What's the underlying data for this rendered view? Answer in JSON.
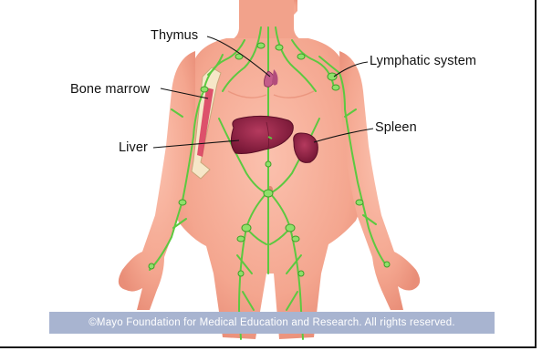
{
  "labels": {
    "thymus": "Thymus",
    "lymphatic_system": "Lymphatic system",
    "bone_marrow": "Bone marrow",
    "spleen": "Spleen",
    "liver": "Liver"
  },
  "copyright": "©Mayo Foundation for Medical Education and Research.  All rights reserved.",
  "colors": {
    "skin": "#f5a993",
    "lymph": "#5cc940",
    "organ": "#8a1d3f",
    "banner": "#a8b4d0"
  }
}
